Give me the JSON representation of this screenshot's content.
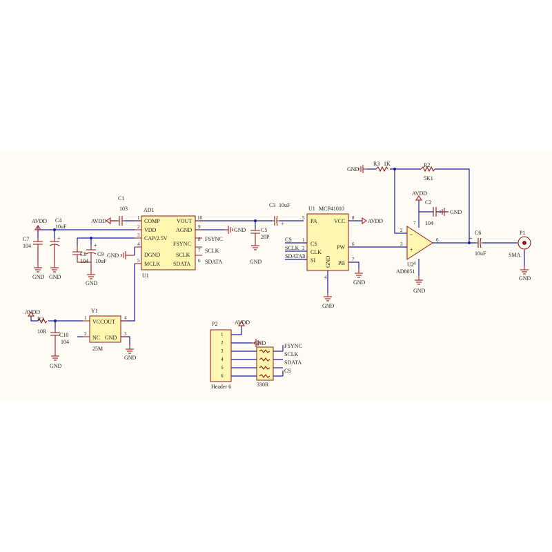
{
  "colors": {
    "wire": "#1c1c9c",
    "component": "#8b1a1a",
    "body_fill": "#fff7b0",
    "sheet": "#fdfbf3"
  },
  "ad1": {
    "ref": "AD1",
    "unit": "U1",
    "left_pins": [
      {
        "num": "1",
        "name": "COMP"
      },
      {
        "num": "2",
        "name": "VDD"
      },
      {
        "num": "3",
        "name": "CAP/2.5V"
      },
      {
        "num": "4",
        "name": "DGND"
      },
      {
        "num": "5",
        "name": "MCLK"
      }
    ],
    "right_pins": [
      {
        "num": "10",
        "name": "VOUT"
      },
      {
        "num": "9",
        "name": "AGND"
      },
      {
        "num": "8",
        "name": "FSYNC"
      },
      {
        "num": "7",
        "name": "SCLK"
      },
      {
        "num": "6",
        "name": "SDATA"
      }
    ]
  },
  "u1": {
    "ref": "U1",
    "value": "MCP41010",
    "pins": [
      {
        "num": "5",
        "name": "PA"
      },
      {
        "num": "8",
        "name": "VCC"
      },
      {
        "num": "1",
        "name": "CS"
      },
      {
        "num": "2",
        "name": "CLK"
      },
      {
        "num": "3",
        "name": "SI"
      },
      {
        "num": "6",
        "name": "PW"
      },
      {
        "num": "7",
        "name": "PB"
      },
      {
        "num": "4",
        "name": "GND"
      }
    ]
  },
  "u2": {
    "ref": "U2",
    "value": "AD8051",
    "pin_inv": "2",
    "pin_noninv": "3",
    "pin_out": "6",
    "pin_v": "7",
    "pin_g": "4"
  },
  "y1": {
    "ref": "Y1",
    "value": "25M",
    "name_vcc": "VCCOUT",
    "name_nc": "NC",
    "name_gnd": "GND",
    "pin1": "1",
    "pin2": "2",
    "pin3": "3",
    "pin4": "4"
  },
  "p1": {
    "ref": "P1",
    "value": "SMA"
  },
  "p2": {
    "ref": "P2",
    "value": "Header 6",
    "pins": [
      "1",
      "2",
      "3",
      "4",
      "5",
      "6"
    ]
  },
  "rn": {
    "value": "330R"
  },
  "r3a": {
    "ref": "R3",
    "value": "10R"
  },
  "r3b": {
    "ref": "R3",
    "value": "1K"
  },
  "r2": {
    "ref": "R2",
    "value": "5K1"
  },
  "c1": {
    "ref": "C1",
    "value": "103"
  },
  "c2": {
    "ref": "C2",
    "value": "104"
  },
  "c3": {
    "ref": "C3",
    "value": "10uF"
  },
  "c4": {
    "ref": "C4",
    "value": "10uF"
  },
  "c5": {
    "ref": "C5",
    "value": "20P"
  },
  "c6": {
    "ref": "C6",
    "value": "10uF"
  },
  "c7": {
    "ref": "C7",
    "value": "104"
  },
  "c8": {
    "ref": "C8",
    "value": "104"
  },
  "c9": {
    "ref": "C9",
    "value": "10uF"
  },
  "c10": {
    "ref": "C10",
    "value": "104"
  },
  "nets": {
    "avdd": "AVDD",
    "gnd": "GND",
    "fsync": "FSYNC",
    "sclk": "SCLK",
    "sdata": "SDATA",
    "cs": "CS",
    "sdata3": "SDATA3"
  },
  "pin_nums": {
    "ad1_vout": "10",
    "ad1_agnd": "9",
    "ad1_fsync": "8",
    "ad1_sclk": "7",
    "ad1_sdata": "6",
    "u1_pa": "5",
    "u1_vcc": "8",
    "u1_pw": "6",
    "u1_pb": "7",
    "u1_gnd": "4",
    "u1_cs": "1",
    "u1_clk": "2",
    "u1_si": "3"
  }
}
